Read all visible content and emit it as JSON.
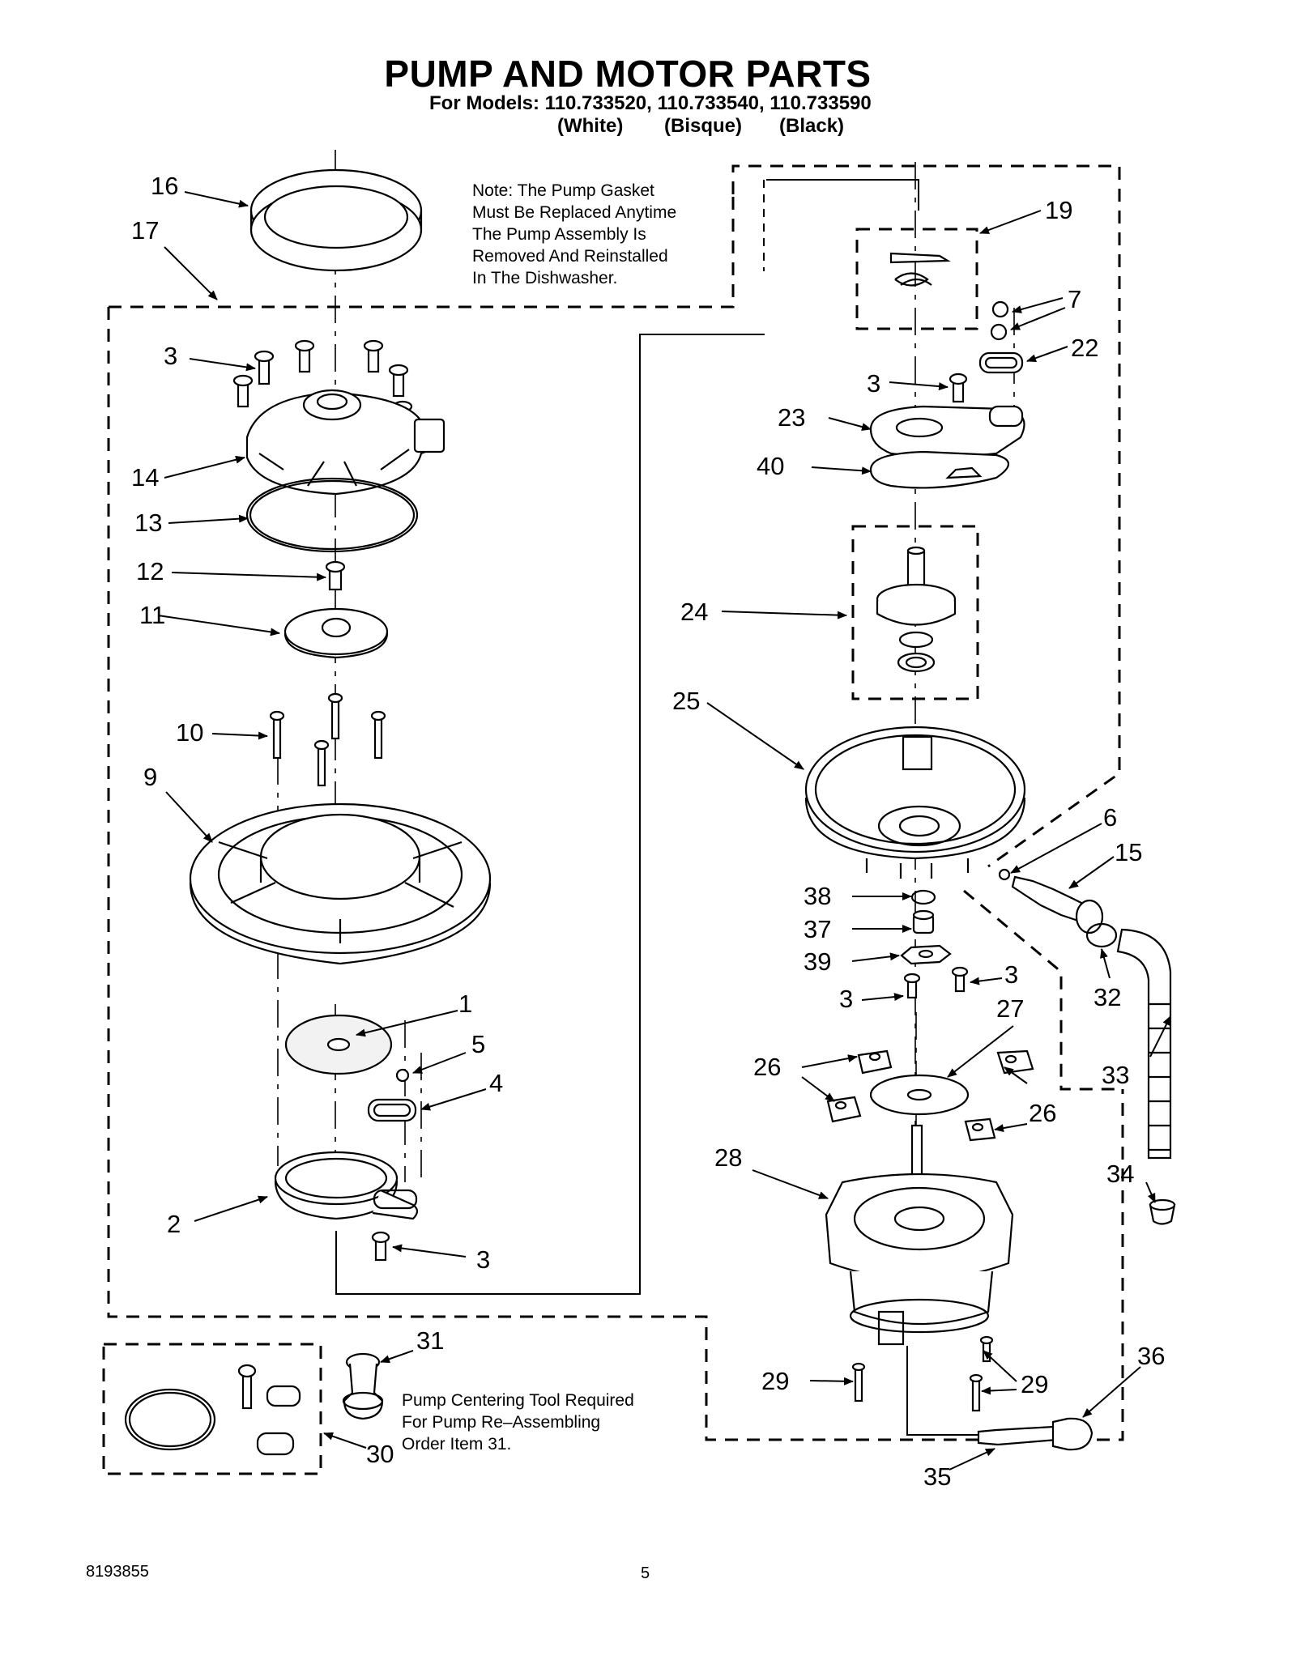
{
  "title": "PUMP AND MOTOR PARTS",
  "subtitle": "For Models: 110.733520, 110.733540, 110.733590",
  "model_colors": [
    "(White)",
    "(Bisque)",
    "(Black)"
  ],
  "note_gasket": "Note: The Pump Gasket\nMust Be Replaced Anytime\nThe Pump Assembly Is\nRemoved And Reinstalled\nIn The Dishwasher.",
  "note_tool": "Pump Centering Tool Required\nFor Pump Re–Assembling\nOrder Item 31.",
  "footer": {
    "doc_number": "8193855",
    "page_number": "5"
  },
  "callouts": [
    {
      "id": "c16",
      "label": "16"
    },
    {
      "id": "c17",
      "label": "17"
    },
    {
      "id": "c3a",
      "label": "3"
    },
    {
      "id": "c14",
      "label": "14"
    },
    {
      "id": "c13",
      "label": "13"
    },
    {
      "id": "c12",
      "label": "12"
    },
    {
      "id": "c11",
      "label": "11"
    },
    {
      "id": "c10",
      "label": "10"
    },
    {
      "id": "c9",
      "label": "9"
    },
    {
      "id": "c1",
      "label": "1"
    },
    {
      "id": "c5",
      "label": "5"
    },
    {
      "id": "c4",
      "label": "4"
    },
    {
      "id": "c2",
      "label": "2"
    },
    {
      "id": "c3b",
      "label": "3"
    },
    {
      "id": "c31",
      "label": "31"
    },
    {
      "id": "c30",
      "label": "30"
    },
    {
      "id": "c19",
      "label": "19"
    },
    {
      "id": "c7",
      "label": "7"
    },
    {
      "id": "c22",
      "label": "22"
    },
    {
      "id": "c3c",
      "label": "3"
    },
    {
      "id": "c23",
      "label": "23"
    },
    {
      "id": "c40",
      "label": "40"
    },
    {
      "id": "c24",
      "label": "24"
    },
    {
      "id": "c25",
      "label": "25"
    },
    {
      "id": "c6",
      "label": "6"
    },
    {
      "id": "c15",
      "label": "15"
    },
    {
      "id": "c38",
      "label": "38"
    },
    {
      "id": "c37",
      "label": "37"
    },
    {
      "id": "c39",
      "label": "39"
    },
    {
      "id": "c3d",
      "label": "3"
    },
    {
      "id": "c3e",
      "label": "3"
    },
    {
      "id": "c32",
      "label": "32"
    },
    {
      "id": "c27",
      "label": "27"
    },
    {
      "id": "c26a",
      "label": "26"
    },
    {
      "id": "c26b",
      "label": "26"
    },
    {
      "id": "c33",
      "label": "33"
    },
    {
      "id": "c28",
      "label": "28"
    },
    {
      "id": "c34",
      "label": "34"
    },
    {
      "id": "c29a",
      "label": "29"
    },
    {
      "id": "c29b",
      "label": "29"
    },
    {
      "id": "c36",
      "label": "36"
    },
    {
      "id": "c35",
      "label": "35"
    }
  ]
}
